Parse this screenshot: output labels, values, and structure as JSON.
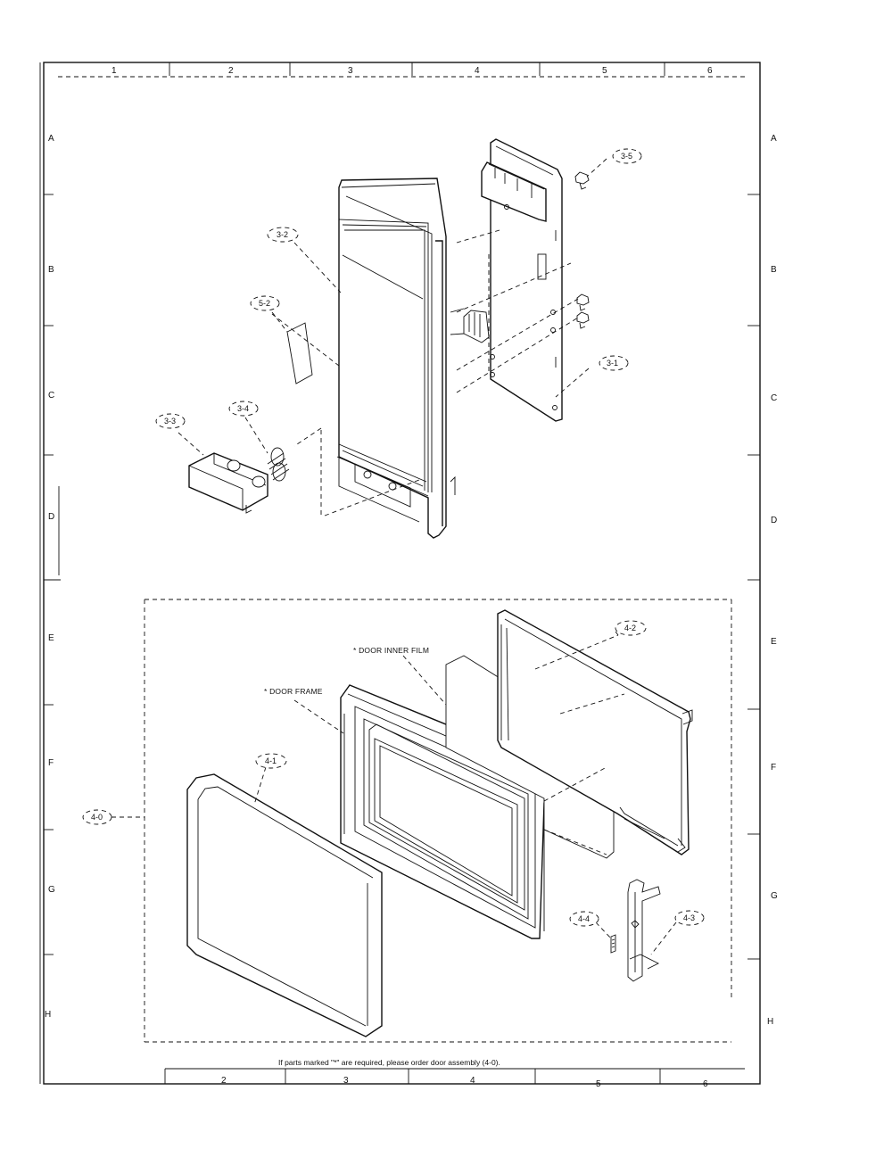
{
  "grid": {
    "top_columns": [
      "1",
      "2",
      "3",
      "4",
      "5",
      "6"
    ],
    "bottom_columns": [
      "2",
      "3",
      "4",
      "5",
      "6"
    ],
    "rows": [
      "A",
      "B",
      "C",
      "D",
      "E",
      "F",
      "G",
      "H"
    ]
  },
  "callouts": {
    "c3_5": "3-5",
    "c3_2": "3-2",
    "c5_2": "5-2",
    "c3_1": "3-1",
    "c3_3": "3-3",
    "c3_4": "3-4",
    "c4_2": "4-2",
    "c4_1": "4-1",
    "c4_0": "4-0",
    "c4_4": "4-4",
    "c4_3": "4-3"
  },
  "part_labels": {
    "door_inner_film": "* DOOR INNER FILM",
    "door_frame": "* DOOR FRAME"
  },
  "footnote": "If parts marked \"*\" are required, please order door assembly (4-0)."
}
